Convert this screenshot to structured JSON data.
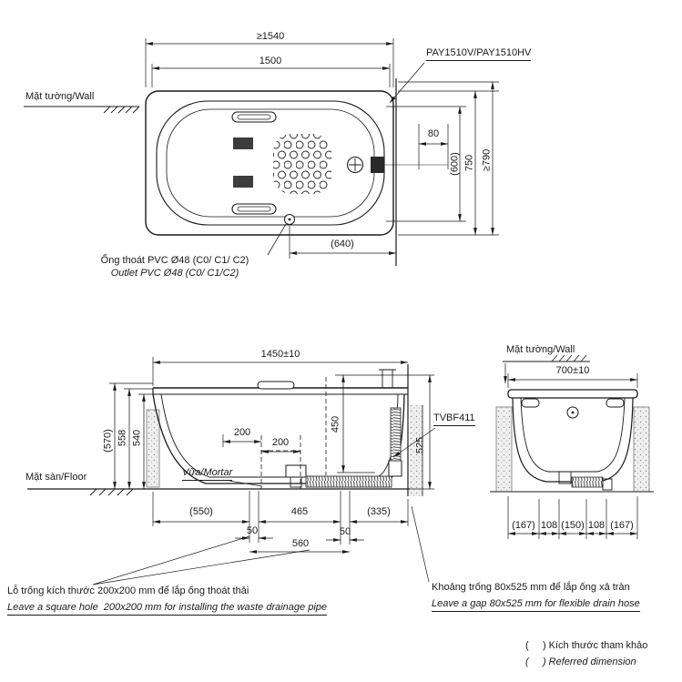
{
  "top_view": {
    "min_length": "≥1540",
    "length": "1500",
    "model": "PAY1510V/PAY1510HV",
    "wall": "Mặt tường/Wall",
    "offset_80": "80",
    "inner_width": "(600)",
    "width": "750",
    "min_width": "≥790",
    "drain_offset": "(640)",
    "outlet_vi": "Ống thoát PVC Ø48 (C0/ C1/ C2)",
    "outlet_en": "Outlet PVC Ø48 (C0/ C1/C2)"
  },
  "side_view": {
    "length": "1450±10",
    "height_ref": "(570)",
    "height_558": "558",
    "height_540": "540",
    "floor": "Mặt sàn/Floor",
    "mortar": "Vữa/Mortar",
    "height_450": "450",
    "height_525": "525",
    "valve_model": "TVBF411",
    "hole_offset_200": "200",
    "hole_width_200": "200",
    "span_550": "(550)",
    "span_465": "465",
    "span_335": "(335)",
    "gap_50_left": "50",
    "gap_50_right": "50",
    "span_560": "560"
  },
  "end_view": {
    "wall": "Mặt tường/Wall",
    "width": "700±10",
    "span_167_left": "(167)",
    "span_108_left": "108",
    "span_150": "(150)",
    "span_108_right": "108",
    "span_167_right": "(167)"
  },
  "notes": {
    "hole_vi": "Lỗ trống kích thước 200x200 mm để lắp ống thoát thải",
    "hole_en": "Leave a square hole  200x200 mm for installing the waste drainage pipe",
    "gap_vi": "Khoảng trống 80x525 mm để lắp ống xả tràn",
    "gap_en": "Leave a gap 80x525 mm for flexible drain hose",
    "ref_vi": "(     ) Kích thước tham khảo",
    "ref_en": "(     ) Referred dimension"
  }
}
